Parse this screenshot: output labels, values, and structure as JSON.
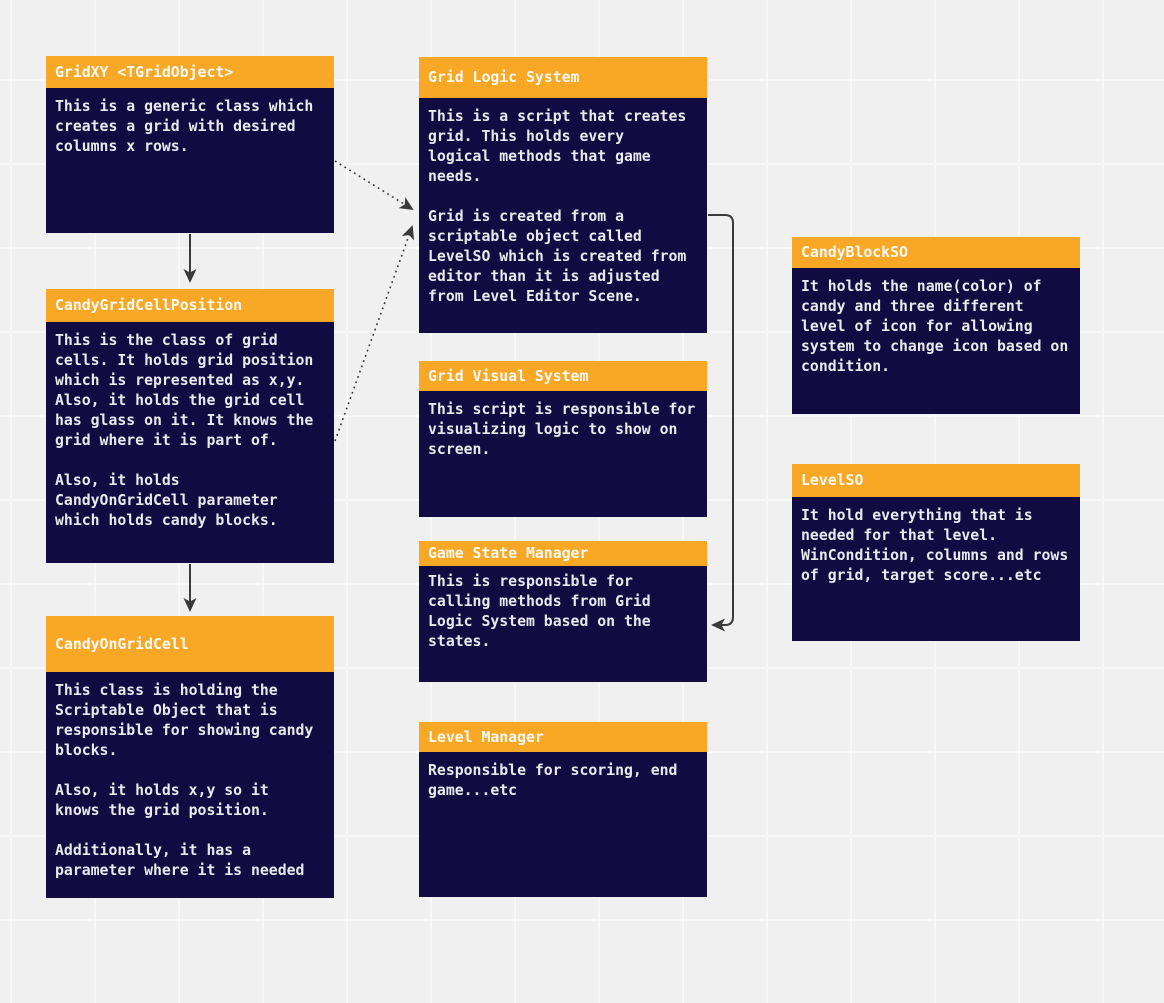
{
  "canvas": {
    "background_color": "#f0f0f1",
    "grid_line_color": "#f7f7f8"
  },
  "colors": {
    "node_header": "#f9a825",
    "node_body": "#120b41",
    "title_text": "#fbfaf5",
    "body_text": "#e9e9ee",
    "connector": "#3a3a3a"
  },
  "nodes": [
    {
      "title": "GridXY <TGridObject>",
      "body": "This is a generic class which\ncreates a grid with desired\ncolumns x rows."
    },
    {
      "title": "CandyGridCellPosition",
      "body": "This is the class of grid\ncells. It holds grid position\nwhich is represented as x,y.\nAlso, it holds the grid cell\nhas glass on it. It knows the\ngrid where it is part of.\n\nAlso, it holds\nCandyOnGridCell parameter\nwhich holds candy blocks."
    },
    {
      "title": "CandyOnGridCell",
      "body": "This class is holding the\nScriptable Object that is\nresponsible for showing candy\nblocks.\n\nAlso, it holds x,y so it\nknows the grid position.\n\nAdditionally, it has a\nparameter where it is needed"
    },
    {
      "title": "Grid Logic System",
      "body": "This is a script that creates\ngrid. This holds every\nlogical methods that game\nneeds.\n\nGrid is created from a\nscriptable object called\nLevelSO which is created from\neditor than it is adjusted\nfrom Level Editor Scene."
    },
    {
      "title": "Grid Visual System",
      "body": "This script is responsible for\nvisualizing logic to show on\nscreen."
    },
    {
      "title": "Game State Manager",
      "body": "This is responsible for\ncalling methods from Grid\nLogic System based on the\nstates."
    },
    {
      "title": "Level Manager",
      "body": "Responsible for scoring, end\ngame...etc"
    },
    {
      "title": "CandyBlockSO",
      "body": "It holds the name(color) of\ncandy and three different\nlevel of icon for allowing\nsystem to change icon based on\ncondition."
    },
    {
      "title": "LevelSO",
      "body": "It hold everything that is\nneeded for that level.\nWinCondition, columns and rows\nof grid, target score...etc"
    }
  ],
  "connectors": [
    {
      "from": "GridXY <TGridObject>",
      "to": "CandyGridCellPosition",
      "style": "solid-arrow-down"
    },
    {
      "from": "CandyGridCellPosition",
      "to": "CandyOnGridCell",
      "style": "solid-arrow-down"
    },
    {
      "from": "GridXY <TGridObject>",
      "to": "Grid Logic System",
      "style": "dotted-arrow"
    },
    {
      "from": "CandyGridCellPosition",
      "to": "Grid Logic System",
      "style": "dotted-arrow"
    },
    {
      "from": "Grid Logic System",
      "to": "Game State Manager",
      "style": "solid-elbow-arrow"
    }
  ]
}
